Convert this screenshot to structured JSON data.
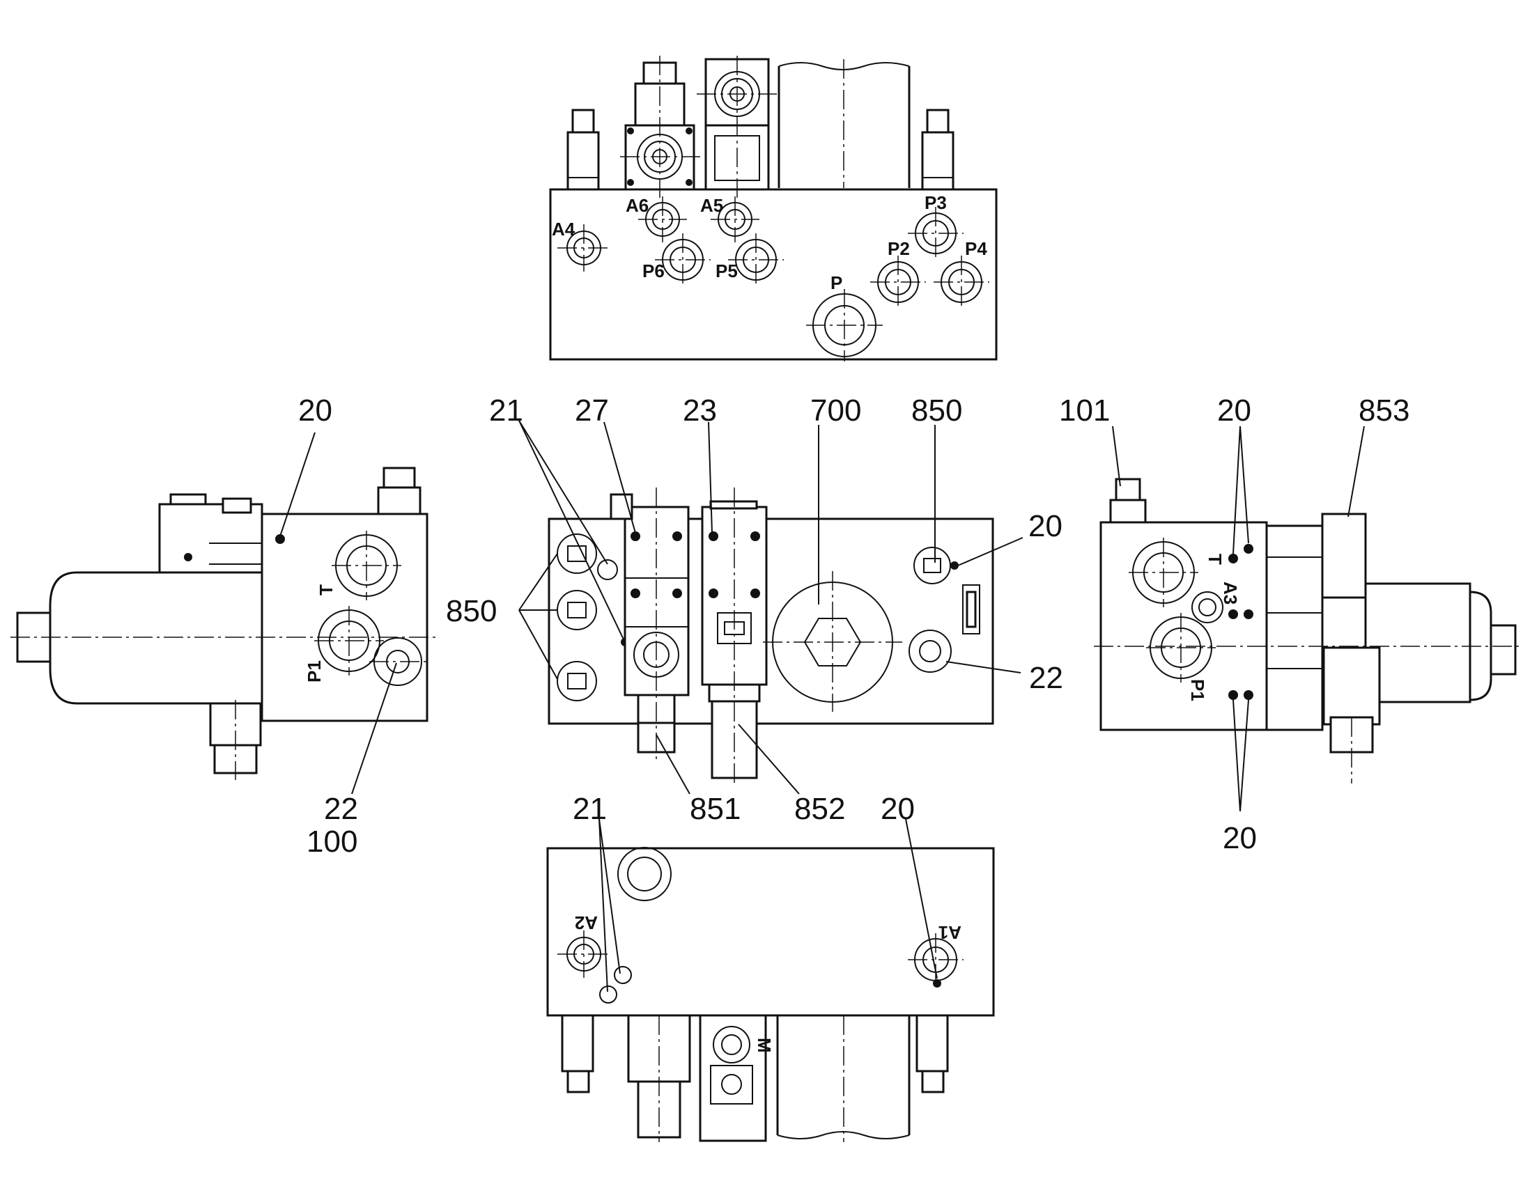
{
  "top_view": {
    "ports": [
      "A4",
      "A6",
      "A5",
      "P6",
      "P5",
      "P3",
      "P2",
      "P4",
      "P"
    ]
  },
  "left_view": {
    "ports": [
      "T",
      "P1"
    ],
    "callouts": [
      "20",
      "22",
      "100"
    ]
  },
  "front_view": {
    "callouts": [
      "21",
      "27",
      "23",
      "700",
      "850",
      "20",
      "850",
      "22",
      "851",
      "852"
    ]
  },
  "right_view": {
    "ports": [
      "T",
      "A3",
      "P1"
    ],
    "callouts": [
      "101",
      "20",
      "853",
      "20"
    ]
  },
  "bottom_view": {
    "ports": [
      "A2",
      "A1",
      "M"
    ],
    "callouts": [
      "21",
      "20"
    ]
  },
  "colors": {
    "line": "#111111",
    "background": "#ffffff"
  }
}
